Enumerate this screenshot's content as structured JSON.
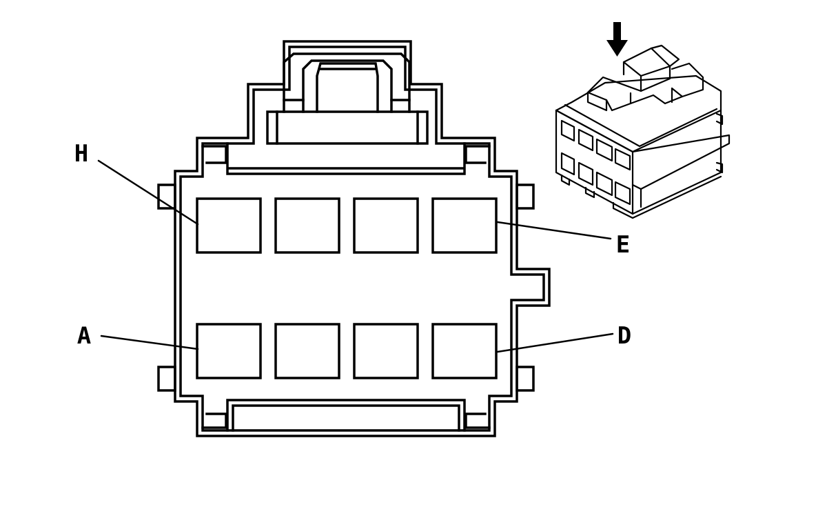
{
  "diagram": {
    "pin_labels": {
      "h": "H",
      "e": "E",
      "a": "A",
      "d": "D"
    },
    "connector": {
      "rows": 2,
      "cavities_per_row": 4
    },
    "inset_icons": {
      "arrow": "down-arrow-icon"
    },
    "colors": {
      "line": "#000000",
      "background": "#ffffff"
    }
  }
}
